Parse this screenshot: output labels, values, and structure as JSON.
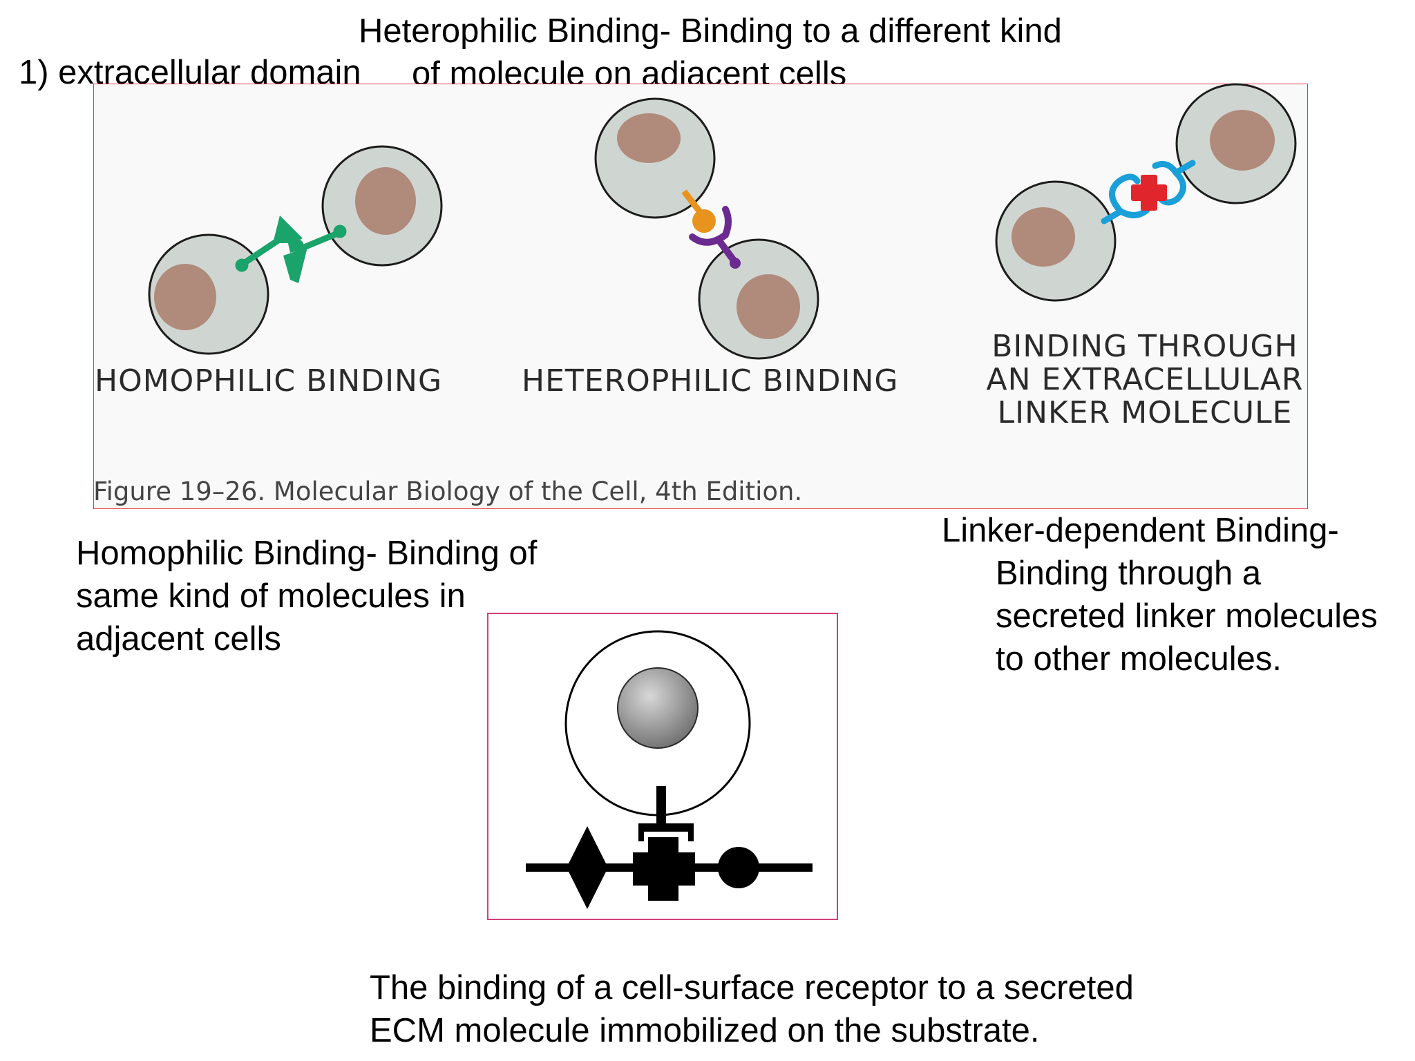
{
  "notes": {
    "domain_label": "1) extracellular domain",
    "heterophilic_line1": "Heterophilic Binding- Binding to a different kind",
    "heterophilic_line2": "of molecule on adjacent cells",
    "homophilic_line1": "Homophilic Binding- Binding of",
    "homophilic_line2": "same kind of molecules in",
    "homophilic_line3": "adjacent cells",
    "linker_line1": "Linker-dependent Binding-",
    "linker_line2": "Binding through a",
    "linker_line3": "secreted linker molecules",
    "linker_line4": "to other molecules.",
    "ecm_line1": "The binding of a cell-surface receptor to a secreted",
    "ecm_line2": "ECM molecule immobilized on the substrate."
  },
  "figure": {
    "homophilic_label": "HOMOPHILIC BINDING",
    "heterophilic_label": "HETEROPHILIC BINDING",
    "linker_label_line1": "BINDING THROUGH",
    "linker_label_line2": "AN EXTRACELLULAR",
    "linker_label_line3": "LINKER MOLECULE",
    "caption": "Figure 19–26. Molecular Biology of the Cell, 4th Edition."
  },
  "colors": {
    "cell_fill": "#cfd5d1",
    "nucleus_fill": "#b08a7a",
    "homophilic_molecule": "#1aa36a",
    "heterophilic_ligand": "#e8931e",
    "heterophilic_receptor": "#6b2a8f",
    "linker_receptor": "#1a9fd8",
    "linker_molecule": "#e0262c",
    "figure_border": "#e23a4a",
    "ecm_border": "#d0407a"
  }
}
